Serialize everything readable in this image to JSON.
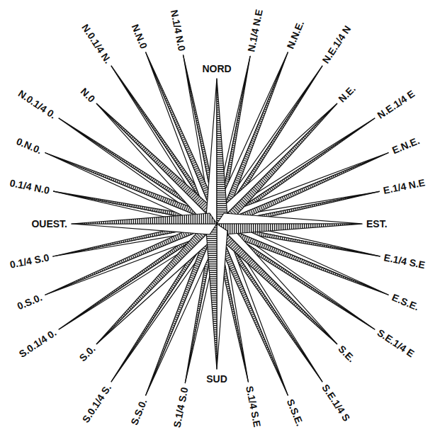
{
  "diagram": {
    "labels": [
      "NORD",
      "N.1/4 N.E",
      "N.N.E.",
      "N.E.1/4 N",
      "N.E.",
      "N.E.1/4 E",
      "E.N.E.",
      "E.1/4 N.E",
      "EST.",
      "E.1/4 S.E",
      "E.S.E.",
      "S.E.1/4 E",
      "S.E.",
      "S.E.1/4 S",
      "S.S.E.",
      "S.1/4 S.E",
      "SUD",
      "S.1/4 S.0",
      "S.S.0.",
      "S.0.1/4 S.",
      "S.0.",
      "S.0.1/4 0.",
      "0.S.0.",
      "0.1/4 S.0",
      "OUEST.",
      "0.1/4 N.0",
      "0.N.0.",
      "N.0.1/4 0.",
      "N.0",
      "N.0.1/4 N.",
      "N.N.0",
      "N.1/4 N.0"
    ]
  }
}
